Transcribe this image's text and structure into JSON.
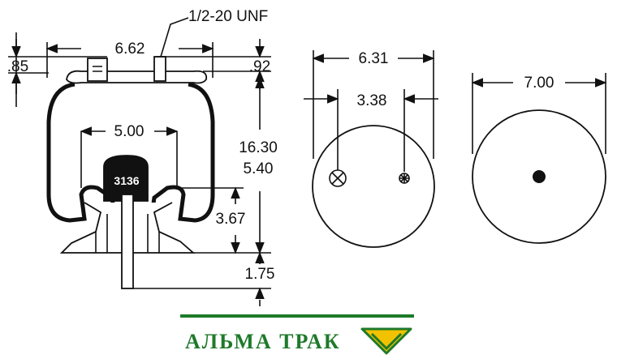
{
  "diagram": {
    "part_number": "3136",
    "thread_label": "1/2-20 UNF",
    "dimensions": {
      "top_stud_spacing": "6.62",
      "left_offset": ".85",
      "right_offset": ".92",
      "piston_width": "5.00",
      "height_max": "16.30",
      "height_min": "5.40",
      "piston_height": "3.67",
      "stud_length": "1.75",
      "plate_diameter": "6.31",
      "hole_spacing": "3.38",
      "base_diameter": "7.00"
    }
  },
  "brand": {
    "name": "АЛЬМА ТРАК",
    "colors": {
      "line": "#1e7a2a",
      "arrow_fill": "#f2c200",
      "arrow_stroke": "#1e7a2a"
    }
  }
}
